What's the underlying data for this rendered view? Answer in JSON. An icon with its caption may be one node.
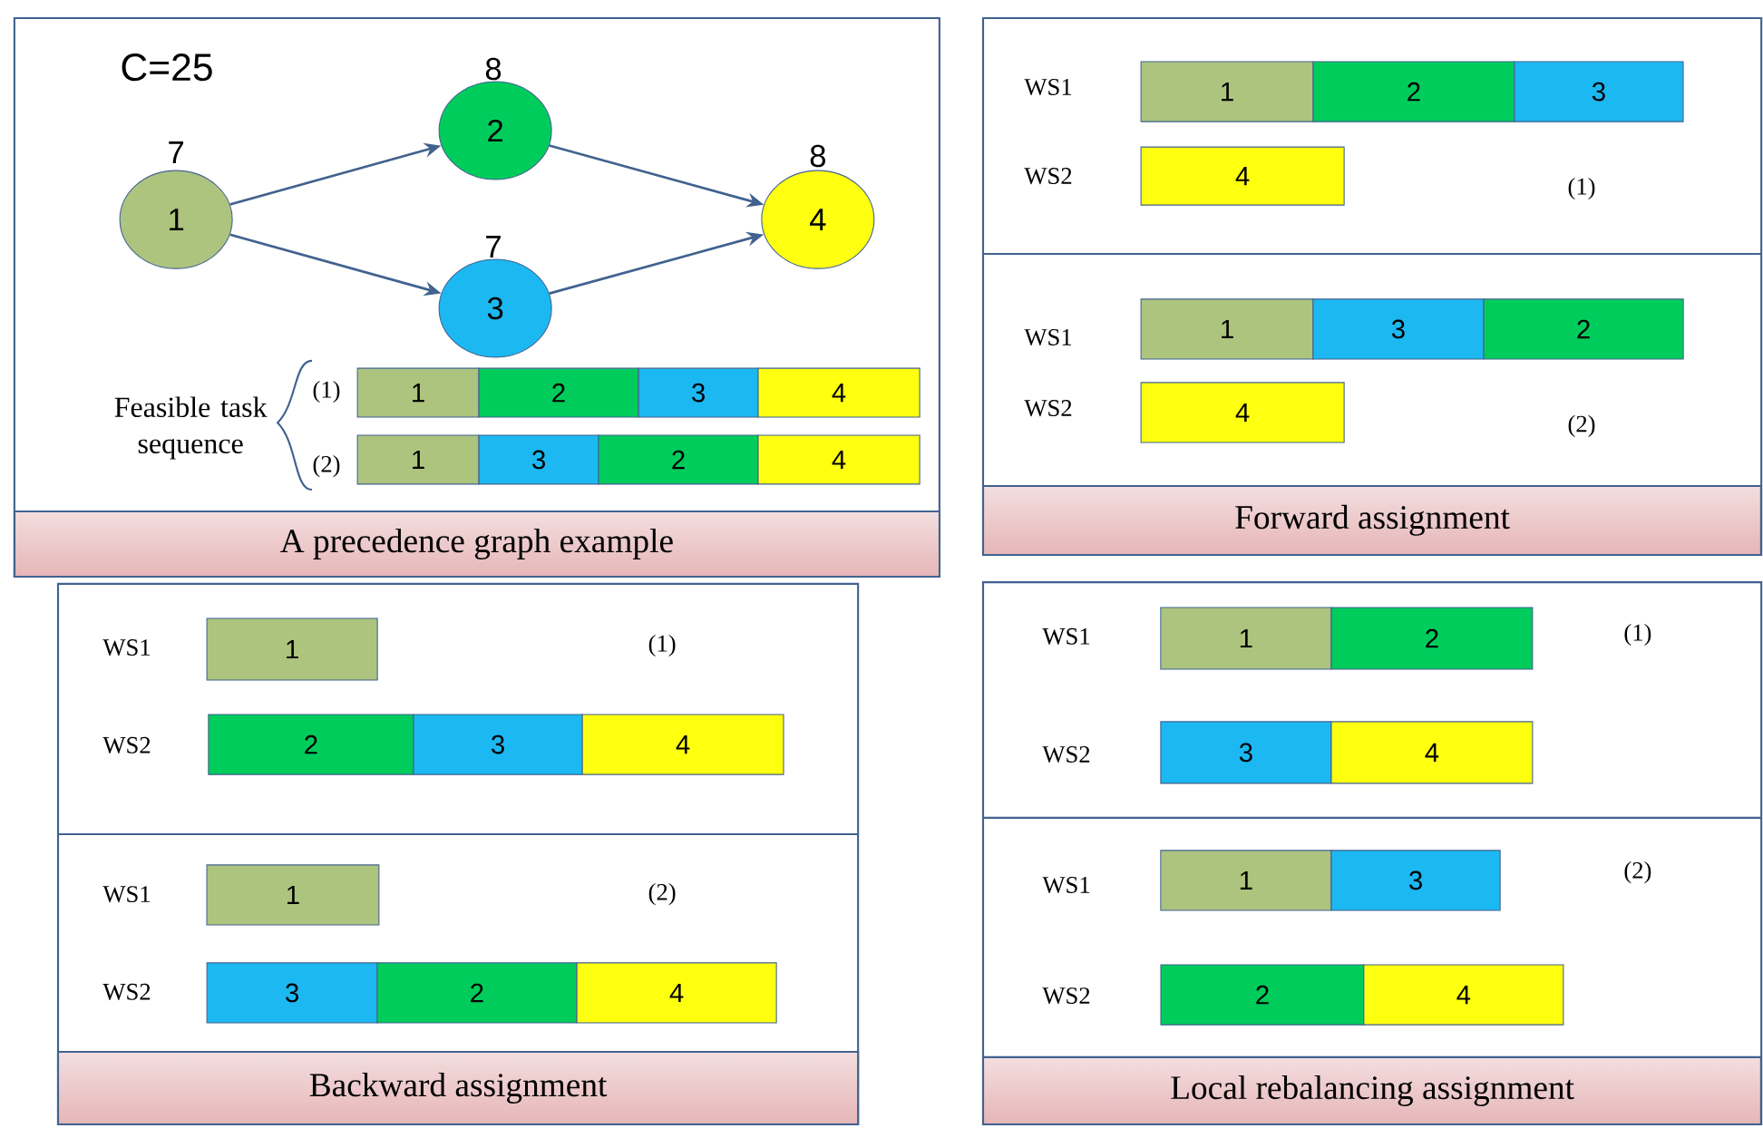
{
  "diagram": {
    "nodes": [
      {
        "text": [
          "A precedence graph example"
        ]
      },
      {
        "text": [
          "1"
        ],
        "beside": [
          "7"
        ],
        "in": 0
      },
      {
        "text": [
          "2"
        ],
        "beside": [
          "8"
        ],
        "in": 0
      },
      {
        "text": [
          "3"
        ],
        "beside": [
          "7"
        ],
        "in": 0
      },
      {
        "text": [
          "4"
        ],
        "beside": [
          "8"
        ],
        "in": 0
      },
      {
        "text": [
          "1"
        ],
        "in": 0
      },
      {
        "text": [
          "2"
        ],
        "in": 0
      },
      {
        "text": [
          "3"
        ],
        "in": 0
      },
      {
        "text": [
          "4"
        ],
        "in": 0
      },
      {
        "text": [
          "1"
        ],
        "in": 0
      },
      {
        "text": [
          "3"
        ],
        "in": 0
      },
      {
        "text": [
          "2"
        ],
        "in": 0
      },
      {
        "text": [
          "4"
        ],
        "in": 0
      },
      {
        "text": [
          "Forward assignment"
        ]
      },
      {
        "text": [
          "1"
        ],
        "in": 13
      },
      {
        "text": [
          "2"
        ],
        "in": 13
      },
      {
        "text": [
          "3"
        ],
        "in": 13
      },
      {
        "text": [
          "4"
        ],
        "in": 13
      },
      {
        "text": [
          "1"
        ],
        "in": 13
      },
      {
        "text": [
          "3"
        ],
        "in": 13
      },
      {
        "text": [
          "2"
        ],
        "in": 13
      },
      {
        "text": [
          "4"
        ],
        "in": 13
      },
      {
        "text": [
          "Backward assignment"
        ]
      },
      {
        "text": [
          "1"
        ],
        "in": 22
      },
      {
        "text": [
          "2"
        ],
        "in": 22
      },
      {
        "text": [
          "3"
        ],
        "in": 22
      },
      {
        "text": [
          "4"
        ],
        "in": 22
      },
      {
        "text": [
          "1"
        ],
        "in": 22
      },
      {
        "text": [
          "3"
        ],
        "in": 22
      },
      {
        "text": [
          "2"
        ],
        "in": 22
      },
      {
        "text": [
          "4"
        ],
        "in": 22
      },
      {
        "text": [
          "Local rebalancing assignment"
        ]
      },
      {
        "text": [
          "1"
        ],
        "in": 31
      },
      {
        "text": [
          "2"
        ],
        "in": 31
      },
      {
        "text": [
          "3"
        ],
        "in": 31
      },
      {
        "text": [
          "4"
        ],
        "in": 31
      },
      {
        "text": [
          "1"
        ],
        "in": 31
      },
      {
        "text": [
          "3"
        ],
        "in": 31
      },
      {
        "text": [
          "2"
        ],
        "in": 31
      },
      {
        "text": [
          "4"
        ],
        "in": 31
      }
    ],
    "edges": [
      {
        "from": 1,
        "to": 2,
        "arrow": "to"
      },
      {
        "from": 1,
        "to": 3,
        "arrow": "to"
      },
      {
        "from": 2,
        "to": 4,
        "arrow": "to"
      },
      {
        "from": 3,
        "to": 4,
        "arrow": "to"
      }
    ],
    "labels": [
      "C=25",
      "Feasible task sequence",
      "(1)",
      "(2)",
      "WS1",
      "WS2",
      "(1)",
      "WS1",
      "WS2",
      "(2)",
      "WS1",
      "(1)",
      "WS2",
      "WS1",
      "(2)",
      "WS2",
      "WS1",
      "(1)",
      "WS2",
      "WS1",
      "(2)",
      "WS2"
    ]
  }
}
